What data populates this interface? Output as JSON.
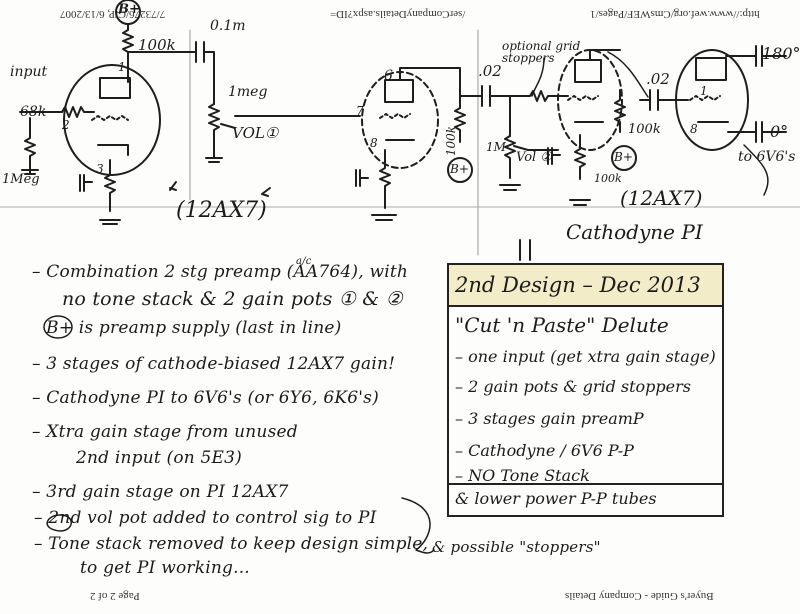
{
  "header": {
    "left": "7/73276/G/P, 6/13/2007",
    "middle": "/serCompanyDetails.aspx?ID=",
    "right": "http://www.wef.org/CmsWEF/Pages/1"
  },
  "footer": {
    "left": "Page 2 of 2",
    "right": "Buyer's Guide - Company Details"
  },
  "schematic": {
    "b_plus_top": "B+",
    "r_100k_top": "100k",
    "c_01m": "0.1m",
    "input": "input",
    "r_68k": "68k",
    "r_1meg_left": "1Meg",
    "pot_1meg": "1meg",
    "vol1": "VOL①",
    "pin1": "1",
    "pin2": "2",
    "pin3": "3",
    "pin6": "6",
    "pin7": "7",
    "pin8": "8",
    "pin1_pi": "1",
    "pin8_pi": "8",
    "r_100k_mid": "100k",
    "bt_mid": "B+",
    "c_02a": ".02",
    "c_02b": ".02",
    "optional_grid_stoppers": "optional grid stoppers",
    "pot_1m_right": "1M",
    "vol2": "Vol ②",
    "r_100k_pi": "100k",
    "bt_pi": "B+",
    "r_100k_pi_bottom": "100k",
    "out_180": "180°",
    "out_0": "0°",
    "to_6v6s": "to 6V6's",
    "tube_label_left": "(12AX7)",
    "tube_label_right": "(12AX7)",
    "cathodyne_pi": "Cathodyne PI"
  },
  "notes": {
    "n1": "– Combination 2 stg preamp (AA764), with",
    "n1_sup": "a/c",
    "n2": "no tone stack & 2 gain pots ① & ②",
    "n3": "B+ is preamp supply (last in line)",
    "n4": "– 3 stages of cathode-biased 12AX7 gain!",
    "n5": "– Cathodyne PI to 6V6's (or 6Y6, 6K6's)",
    "n6": "– Xtra gain stage from unused",
    "n7": "2nd input (on 5E3)",
    "n8": "– 3rd gain stage on PI 12AX7",
    "n9": "– 2nd vol pot added to control sig to PI",
    "n10": "– Tone stack removed to keep design simple,",
    "n11": "to get PI working...",
    "n12": "& possible \"stoppers\""
  },
  "design_box": {
    "title": "2nd Design – Dec 2013",
    "subtitle": "\"Cut 'n Paste\" Delute",
    "items": [
      "– one input (get xtra gain stage)",
      "– 2 gain pots & grid stoppers",
      "– 3 stages gain preamP",
      "– Cathodyne / 6V6 P-P",
      "– NO Tone Stack",
      "& lower power P-P tubes"
    ]
  }
}
